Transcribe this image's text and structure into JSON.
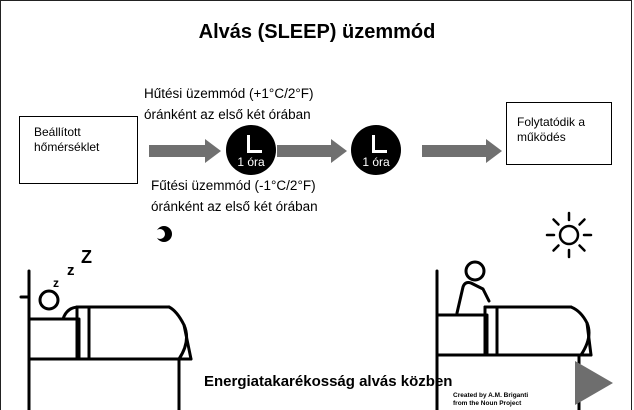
{
  "title": "Alvás (SLEEP) üzemmód",
  "box_start": {
    "line1": "Beállított",
    "line2": "hőmérséklet"
  },
  "box_end": {
    "line1": "Folytatódik a",
    "line2": "működés"
  },
  "cooling": {
    "line1": "Hűtési üzemmód (+1°C/2°F)",
    "line2": "óránként az első két órában"
  },
  "heating": {
    "line1": "Fűtési üzemmód (-1°C/2°F)",
    "line2": "óránként az első két órában"
  },
  "clock_label": "1 óra",
  "bottom_caption": "Energiatakarékosság alvás közben",
  "credit": {
    "line1": "Created by A.M. Briganti",
    "line2": "from the Noun Project"
  },
  "sleep_letters": [
    "z",
    "z",
    "Z"
  ],
  "icons": [
    "clock-icon",
    "moon-icon",
    "sun-icon",
    "sleeping-person-icon",
    "waking-person-icon",
    "next-arrow-icon"
  ],
  "colors": {
    "arrow": "#707070",
    "clock": "#000000",
    "next_arrow": "#6e6e6e"
  }
}
